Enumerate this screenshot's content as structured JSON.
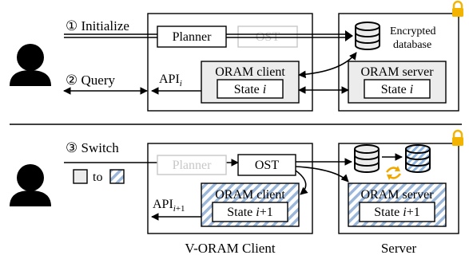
{
  "top": {
    "step1": "① Initialize",
    "step2": "② Query",
    "planner": "Planner",
    "ost": "OST",
    "oram_client": "ORAM client",
    "state_prefix": "State ",
    "state_var": "i",
    "api": "API",
    "api_sub": "i",
    "encrypted": "Encrypted",
    "database": "database",
    "oram_server": "ORAM server"
  },
  "bottom": {
    "step3": "③ Switch",
    "to": "to",
    "planner": "Planner",
    "ost": "OST",
    "oram_client": "ORAM client",
    "state_prefix": "State ",
    "state_var": "i",
    "state_suffix": "+1",
    "api": "API",
    "api_sub_var": "i",
    "api_sub_suffix": "+1",
    "oram_server": "ORAM server"
  },
  "labels": {
    "client": "V-ORAM Client",
    "server": "Server"
  },
  "colors": {
    "lock": "#f2b400",
    "gray_fill": "#ececec",
    "hatch": "#9ab6d8",
    "cylinder_hatch": "#8cb4dc",
    "swap": "#f0a800",
    "faded": "#c8c8c8"
  }
}
